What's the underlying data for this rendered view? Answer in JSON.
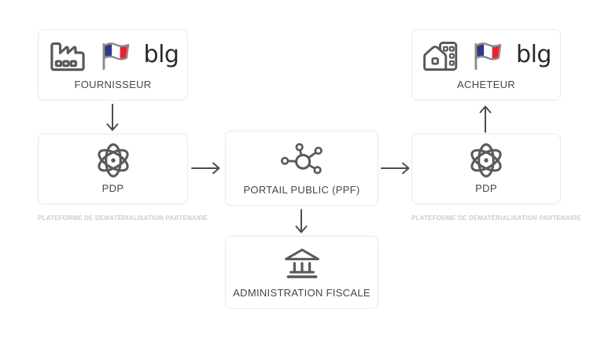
{
  "page": {
    "background": "#ffffff"
  },
  "palette": {
    "box_border": "#e9e9e9",
    "icon_gray": "#5a5a5a",
    "arrow_gray": "#4d4d4d",
    "label_gray": "#474747",
    "caption_gray": "#cccccc",
    "logo_black": "#2a2a2a",
    "flag_blue": "#2b3990",
    "flag_white": "#ffffff",
    "flag_red": "#e8232f"
  },
  "nodes": {
    "fournisseur": {
      "label": "FOURNISSEUR",
      "icons": [
        "factory-icon",
        "france-flag-icon"
      ],
      "logo_text": "blg"
    },
    "pdp_left": {
      "label": "PDP",
      "icons": [
        "atom-icon"
      ],
      "caption": "PLATEFORME DE DEMATÉRIALISATION PARTENAIRE"
    },
    "portail_public": {
      "label": "PORTAIL PUBLIC (PPF)",
      "icons": [
        "network-hub-icon"
      ]
    },
    "pdp_right": {
      "label": "PDP",
      "icons": [
        "atom-icon"
      ],
      "caption": "PLATEFORME DE DEMATÉRIALISATION PARTENAIRE"
    },
    "acheteur": {
      "label": "ACHETEUR",
      "icons": [
        "buildings-icon",
        "france-flag-icon"
      ],
      "logo_text": "blg"
    },
    "administration_fiscale": {
      "label": "ADMINISTRATION FISCALE",
      "icons": [
        "bank-icon"
      ]
    }
  },
  "flows": [
    {
      "from": "fournisseur",
      "to": "pdp_left",
      "direction": "down"
    },
    {
      "from": "pdp_left",
      "to": "portail_public",
      "direction": "right"
    },
    {
      "from": "portail_public",
      "to": "pdp_right",
      "direction": "right"
    },
    {
      "from": "pdp_right",
      "to": "acheteur",
      "direction": "up"
    },
    {
      "from": "portail_public",
      "to": "administration_fiscale",
      "direction": "down"
    }
  ]
}
